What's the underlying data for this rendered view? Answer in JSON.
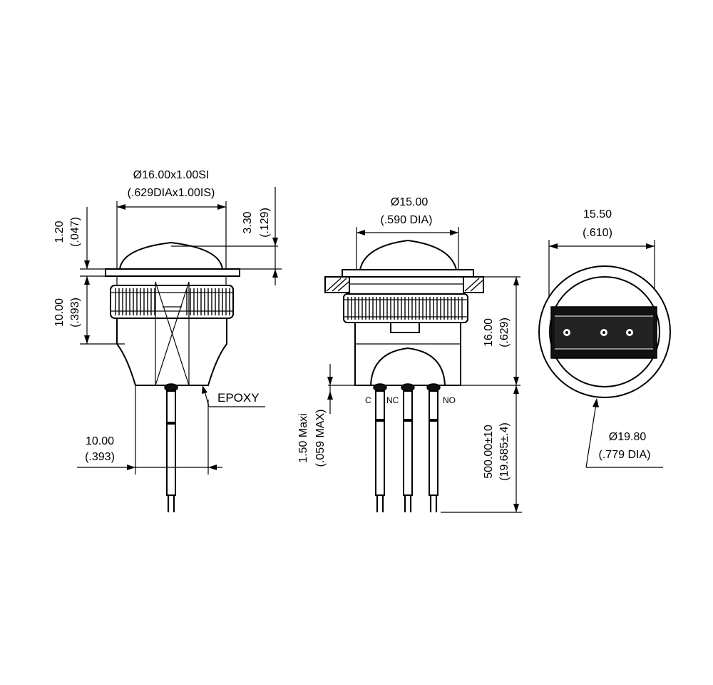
{
  "colors": {
    "line": "#000000",
    "background": "#ffffff"
  },
  "left_view": {
    "thread_dim_mm": "Ø16.00x1.00SI",
    "thread_dim_in": "(.629DIAx1.00IS)",
    "dome_height_mm": "3.30",
    "dome_height_in": "(.129)",
    "flange_mm": "1.20",
    "flange_in": "(.047)",
    "body_mm": "10.00",
    "body_in": "(.393)",
    "epoxy_label": "EPOXY",
    "width_mm": "10.00",
    "width_in": "(.393)"
  },
  "middle_view": {
    "dia_mm": "Ø15.00",
    "dia_in": "(.590 DIA)",
    "height_mm": "16.00",
    "height_in": "(.629)",
    "max_mm": "1.50 Maxi",
    "max_in": "(.059 MAX)",
    "lead_mm": "500.00±10",
    "lead_in": "(19.685±.4)",
    "terminals": [
      "C",
      "NC",
      "NO"
    ]
  },
  "right_view": {
    "width_mm": "15.50",
    "width_in": "(.610)",
    "dia_mm": "Ø19.80",
    "dia_in": "(.779 DIA)"
  }
}
